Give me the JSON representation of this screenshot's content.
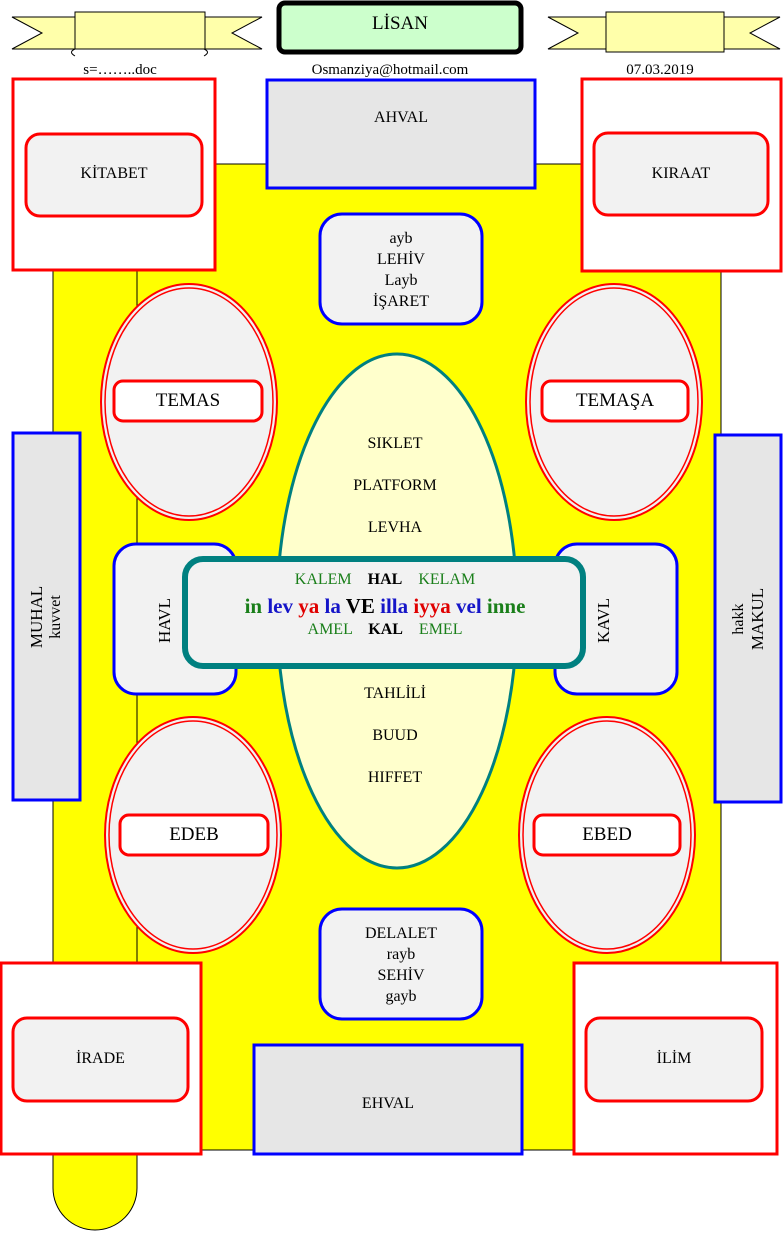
{
  "header": {
    "title": "LİSAN",
    "left_note": "s=……..doc",
    "email": "Osmanziya@hotmail.com",
    "date": "07.03.2019"
  },
  "corners": {
    "top_left": "KİTABET",
    "top_right": "KIRAAT",
    "bottom_left": "İRADE",
    "bottom_right": "İLİM"
  },
  "top_box": "AHVAL",
  "bottom_box": "EHVAL",
  "upper_center": [
    "ayb",
    "LEHİV",
    "Layb",
    "İŞARET"
  ],
  "lower_center": [
    "DELALET",
    "rayb",
    "SEHİV",
    "gayb"
  ],
  "ovals": {
    "upper_left": "TEMAS",
    "upper_right": "TEMAŞA",
    "lower_left": "EDEB",
    "lower_right": "EBED"
  },
  "side_left": {
    "main": "MUHAL",
    "sub": "kuvvet"
  },
  "side_right": {
    "main": "MAKUL",
    "sub": "hakk"
  },
  "inner_left": "HAVL",
  "inner_right": "KAVL",
  "center_top": [
    "SIKLET",
    "PLATFORM",
    "LEVHA"
  ],
  "center_bottom": [
    "TAHLİLİ",
    "BUUD",
    "HIFFET"
  ],
  "core": {
    "row1": {
      "left": "KALEM",
      "mid": "HAL",
      "right": "KELAM"
    },
    "row2": [
      {
        "text": "in",
        "color": "#1a7f1a"
      },
      {
        "text": "lev",
        "color": "#1515c8"
      },
      {
        "text": "ya",
        "color": "#e00000"
      },
      {
        "text": "la",
        "color": "#1515c8"
      },
      {
        "text": "VE",
        "color": "#000000"
      },
      {
        "text": "illa",
        "color": "#1515c8"
      },
      {
        "text": "iyya",
        "color": "#e00000"
      },
      {
        "text": "vel",
        "color": "#1515c8"
      },
      {
        "text": "inne",
        "color": "#1a7f1a"
      }
    ],
    "row3": {
      "left": "AMEL",
      "mid": "KAL",
      "right": "EMEL"
    }
  },
  "colors": {
    "yellow": "#ffff00",
    "pale_yellow": "#ffffcc",
    "banner_yellow": "#ffffaa",
    "title_green": "#ccffcc",
    "red": "#ff0000",
    "blue": "#0000ff",
    "teal": "#008080",
    "gray": "#e6e6e6",
    "light_gray": "#f2f2f2",
    "green_text": "#1a7f1a"
  }
}
